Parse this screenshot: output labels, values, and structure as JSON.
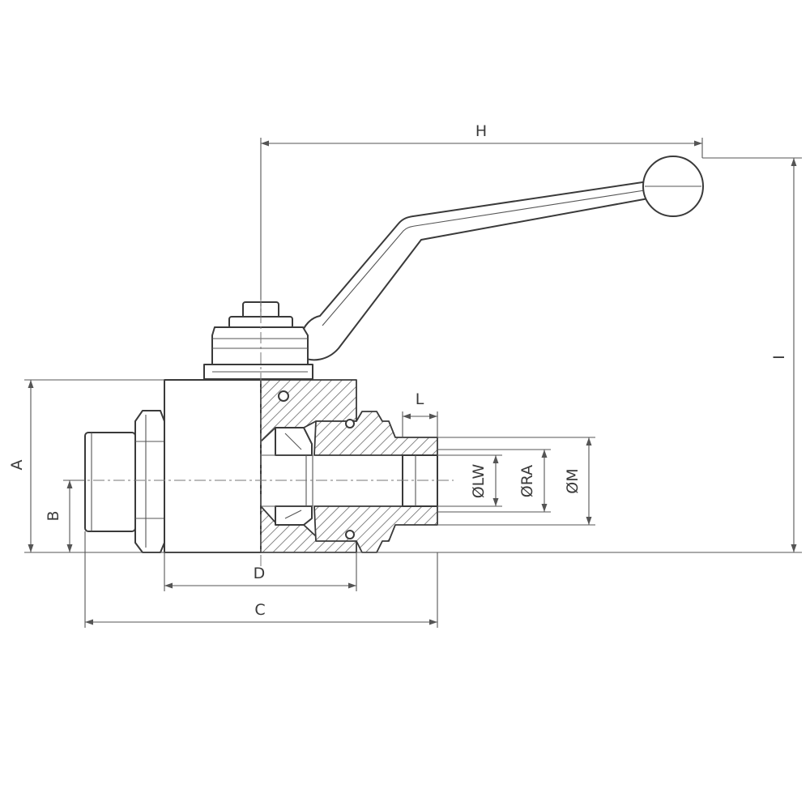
{
  "drawing": {
    "dimension_labels": {
      "H": "H",
      "I": "I",
      "A": "A",
      "B": "B",
      "C": "C",
      "D": "D",
      "L": "L",
      "LW": "ØLW",
      "RA": "ØRA",
      "M": "ØM"
    }
  }
}
